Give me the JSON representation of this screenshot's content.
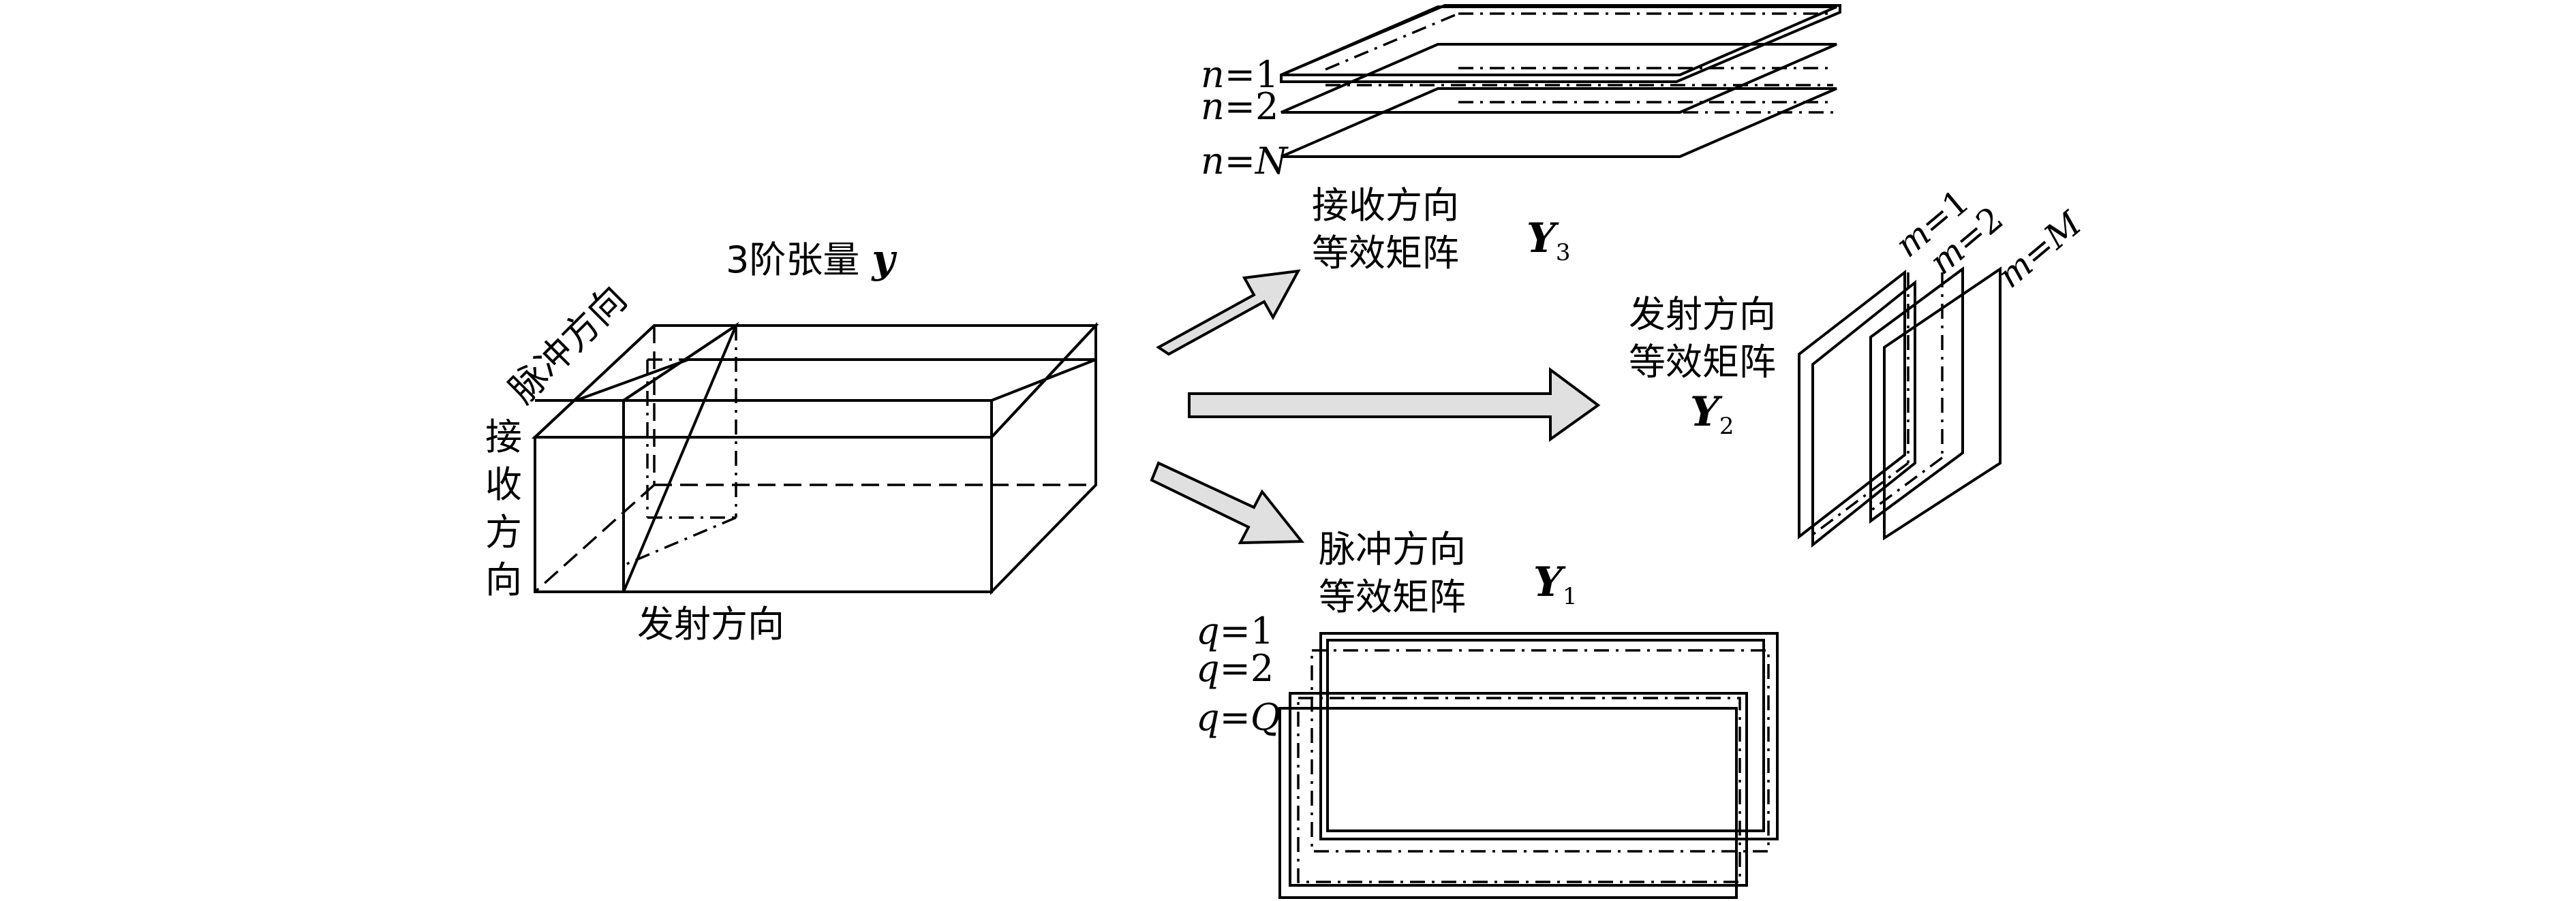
{
  "tensor": {
    "title_prefix": "3阶张量",
    "title_symbol": "y",
    "pulse_direction": "脉冲方向",
    "receive_direction": [
      "接",
      "收",
      "方",
      "向"
    ],
    "transmit_direction": "发射方向"
  },
  "receive_matrix": {
    "label_line1": "接收方向",
    "label_line2": "等效矩阵",
    "symbol": "Y",
    "subscript": "3",
    "slice_labels": [
      {
        "var": "n",
        "eq": "=",
        "val": "1"
      },
      {
        "var": "n",
        "eq": "=",
        "val": "2"
      },
      {
        "var": "n",
        "eq": "=",
        "val": "N"
      }
    ]
  },
  "transmit_matrix": {
    "label_line1": "发射方向",
    "label_line2": "等效矩阵",
    "symbol": "Y",
    "subscript": "2",
    "slice_labels": [
      {
        "var": "m",
        "eq": "=",
        "val": "1"
      },
      {
        "var": "m",
        "eq": "=",
        "val": "2"
      },
      {
        "var": "m",
        "eq": "=",
        "val": "M"
      }
    ]
  },
  "pulse_matrix": {
    "label_line1": "脉冲方向",
    "label_line2": "等效矩阵",
    "symbol": "Y",
    "subscript": "1",
    "slice_labels": [
      {
        "var": "q",
        "eq": "=",
        "val": "1"
      },
      {
        "var": "q",
        "eq": "=",
        "val": "2"
      },
      {
        "var": "q",
        "eq": "=",
        "val": "Q"
      }
    ]
  },
  "colors": {
    "stroke": "#000000",
    "arrow_fill": "#e0e0e0",
    "background": "#ffffff"
  }
}
